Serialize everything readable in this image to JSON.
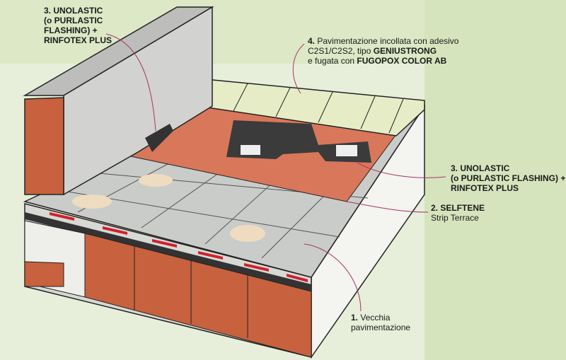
{
  "labels": {
    "top_left": {
      "line1": "3. UNOLASTIC",
      "line2": "(o PURLASTIC",
      "line3": "FLASHING) +",
      "line4": "RINFOTEX PLUS"
    },
    "top_right": {
      "num": "4.",
      "text1": " Pavimentazione incollata con adesivo",
      "text2a": "C2S1/C2S2, tipo ",
      "text2b": "GENIUSTRONG",
      "text3a": " e fugata con ",
      "text3b": "FUGOPOX COLOR AB"
    },
    "right_3": {
      "line1": "3. UNOLASTIC",
      "line2": "(o PURLASTIC FLASHING) +",
      "line3": "RINFOTEX PLUS"
    },
    "right_2": {
      "line1": "2. SELFTENE",
      "line2": "Strip Terrace"
    },
    "bottom_1": {
      "num": "1.",
      "line1": " Vecchia",
      "line2": "pavimentazione"
    }
  },
  "colors": {
    "background": "#dce8c6",
    "brick": "#c8613d",
    "membrane": "#d9775a",
    "tiles": "#e6edc6",
    "leader": "#a8336a",
    "strip": "#d0202a"
  }
}
